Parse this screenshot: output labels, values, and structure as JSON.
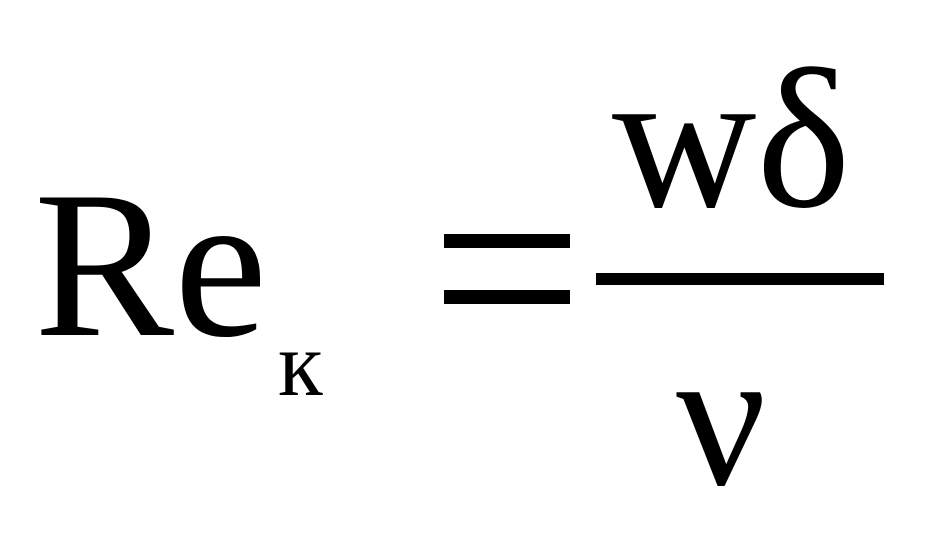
{
  "formula": {
    "lhs_base": "Re",
    "lhs_subscript": "к",
    "numerator": "wδ",
    "denominator": "ν"
  }
}
